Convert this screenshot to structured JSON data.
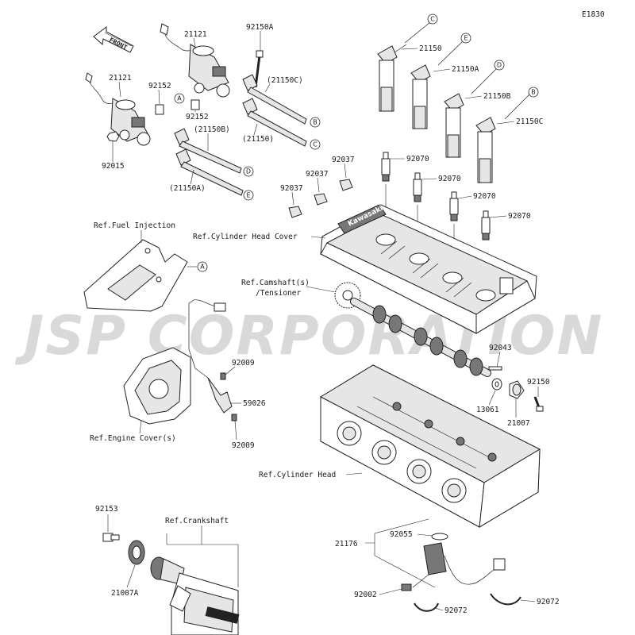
{
  "diagram_id": "E1830",
  "watermark": "JSP CORPORATION",
  "front_label": "FRONT",
  "cover_logo": "Kawasaki",
  "part_numbers": {
    "coil_left": "21121",
    "coil_right": "21121",
    "bolt_long": "92150A",
    "collar_a": "92152",
    "collar_b": "92152",
    "nut": "92015",
    "boot_c_alt": "(21150C)",
    "boot_main_alt": "(21150)",
    "boot_b_alt": "(21150B)",
    "boot_a_alt": "(21150A)",
    "plug_cap_1": "21150",
    "plug_cap_2": "21150A",
    "plug_cap_3": "21150B",
    "plug_cap_4": "21150C",
    "clamp_1": "92037",
    "clamp_2": "92037",
    "clamp_3": "92037",
    "spark_plug_1": "92070",
    "spark_plug_2": "92070",
    "spark_plug_3": "92070",
    "spark_plug_4": "92070",
    "bolt_small_1": "92009",
    "bolt_small_2": "92009",
    "pickup_coil": "59026",
    "pin": "92043",
    "bolt_short": "92150",
    "spacer": "13061",
    "rotor_cam": "21007",
    "bolt_crank": "92153",
    "rotor_crank": "21007A",
    "cam_sensor": "21176",
    "oring": "92055",
    "bolt_sensor": "92002",
    "clip_1": "92072",
    "clip_2": "92072"
  },
  "references": {
    "fuel_injection": "Ref.Fuel Injection",
    "cylinder_head_cover": "Ref.Cylinder Head Cover",
    "camshaft": "Ref.Camshaft(s)",
    "tensioner": "/Tensioner",
    "engine_cover": "Ref.Engine Cover(s)",
    "cylinder_head": "Ref.Cylinder Head",
    "crankshaft": "Ref.Crankshaft"
  },
  "callouts": {
    "a": "A",
    "b": "B",
    "c": "C",
    "d": "D",
    "e": "E"
  }
}
